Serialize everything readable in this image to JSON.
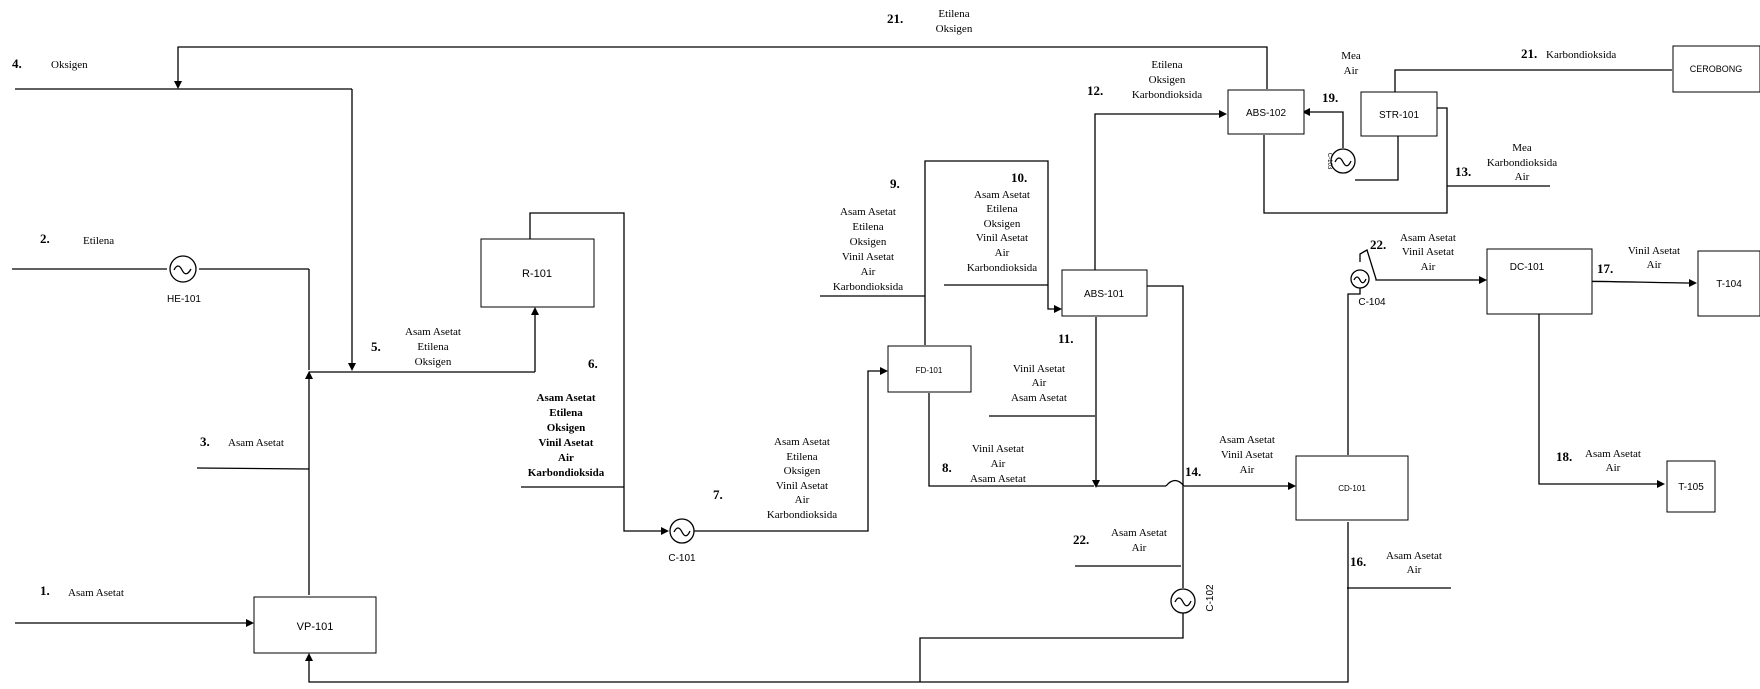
{
  "equipment": {
    "vp101": "VP-101",
    "r101": "R-101",
    "he101": "HE-101",
    "c101": "C-101",
    "fd101": "FD-101",
    "abs101": "ABS-101",
    "abs102": "ABS-102",
    "str101": "STR-101",
    "c103": "C-103",
    "c102": "C-102",
    "c104": "C-104",
    "cd101": "CD-101",
    "dc101": "DC-101",
    "t104": "T-104",
    "t105": "T-105",
    "cerobong": "CEROBONG"
  },
  "streams": {
    "s1": {
      "num": "1.",
      "lines": [
        "Asam Asetat"
      ]
    },
    "s2": {
      "num": "2.",
      "lines": [
        "Etilena"
      ]
    },
    "s3": {
      "num": "3.",
      "lines": [
        "Asam Asetat"
      ]
    },
    "s4": {
      "num": "4.",
      "lines": [
        "Oksigen"
      ]
    },
    "s5": {
      "num": "5.",
      "lines": [
        "Asam Asetat",
        "Etilena",
        "Oksigen"
      ]
    },
    "s6": {
      "num": "6.",
      "lines": [
        "Asam Asetat",
        "Etilena",
        "Oksigen",
        "Vinil Asetat",
        "Air",
        "Karbondioksida"
      ]
    },
    "s7": {
      "num": "7.",
      "lines": [
        "Asam Asetat",
        "Etilena",
        "Oksigen",
        "Vinil Asetat",
        "Air",
        "Karbondioksida"
      ]
    },
    "s8": {
      "num": "8.",
      "lines": [
        "Vinil Asetat",
        "Air",
        "Asam Asetat"
      ]
    },
    "s9": {
      "num": "9.",
      "lines": [
        "Asam Asetat",
        "Etilena",
        "Oksigen",
        "Vinil Asetat",
        "Air",
        "Karbondioksida"
      ]
    },
    "s10": {
      "num": "10.",
      "lines": [
        "Asam Asetat",
        "Etilena",
        "Oksigen",
        "Vinil Asetat",
        "Air",
        "Karbondioksida"
      ]
    },
    "s11": {
      "num": "11.",
      "lines": [
        "Vinil Asetat",
        "Air",
        "Asam Asetat"
      ]
    },
    "s12": {
      "num": "12.",
      "lines": [
        "Etilena",
        "Oksigen",
        "Karbondioksida"
      ]
    },
    "s13": {
      "num": "13.",
      "lines": [
        "Mea",
        "Karbondioksida",
        "Air"
      ]
    },
    "s14": {
      "num": "14.",
      "lines": [
        "Asam Asetat",
        "Vinil Asetat",
        "Air"
      ]
    },
    "s16": {
      "num": "16.",
      "lines": [
        "Asam Asetat",
        "Air"
      ]
    },
    "s17": {
      "num": "17.",
      "lines": [
        "Vinil Asetat",
        "Air"
      ]
    },
    "s18": {
      "num": "18.",
      "lines": [
        "Asam Asetat",
        "Air"
      ]
    },
    "s19": {
      "num": "19.",
      "lines": [
        "Mea",
        "Air"
      ]
    },
    "s21a": {
      "num": "21.",
      "lines": [
        "Etilena",
        "Oksigen"
      ]
    },
    "s21b": {
      "num": "21.",
      "lines": [
        "Karbondioksida"
      ]
    },
    "s22a": {
      "num": "22.",
      "lines": [
        "Asam Asetat",
        "Air"
      ]
    },
    "s22b": {
      "num": "22.",
      "lines": [
        "Asam Asetat",
        "Vinil Asetat",
        "Air"
      ]
    }
  }
}
